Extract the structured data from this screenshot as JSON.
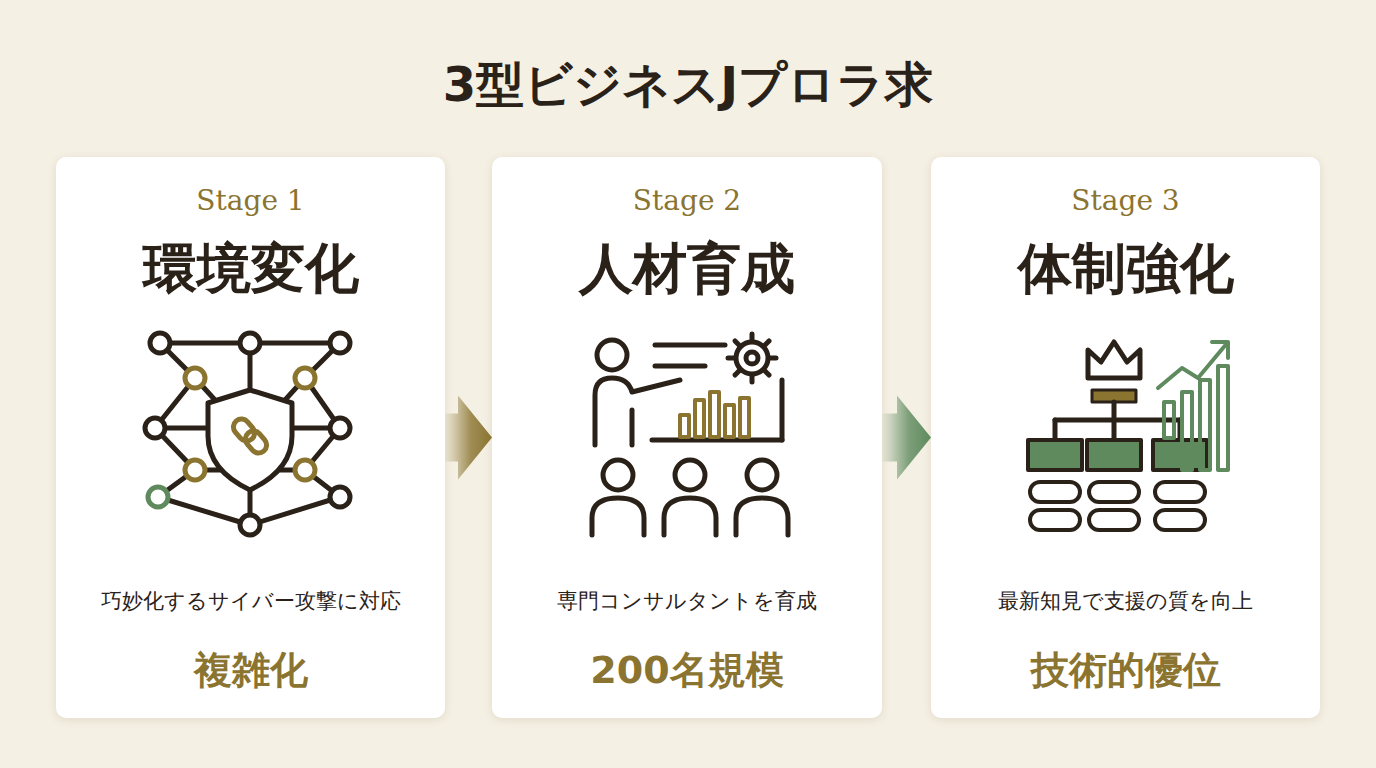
{
  "diagram": {
    "title": "3型ビジネスJプロラ求",
    "nodes": [
      {
        "text": [
          "Stage 1",
          "環境変化",
          "巧妙化するサイバー攻撃に対応",
          "複雑化"
        ]
      },
      {
        "text": [
          "Stage 2",
          "人材育成",
          "専門コンサルタントを育成",
          "200名規模"
        ]
      },
      {
        "text": [
          "Stage 3",
          "体制強化",
          "最新知見で支援の質を向上",
          "技術的優位"
        ]
      }
    ],
    "edges": [
      {
        "from": 0,
        "to": 1,
        "arrow": "to"
      },
      {
        "from": 1,
        "to": 2,
        "arrow": "to"
      }
    ]
  }
}
